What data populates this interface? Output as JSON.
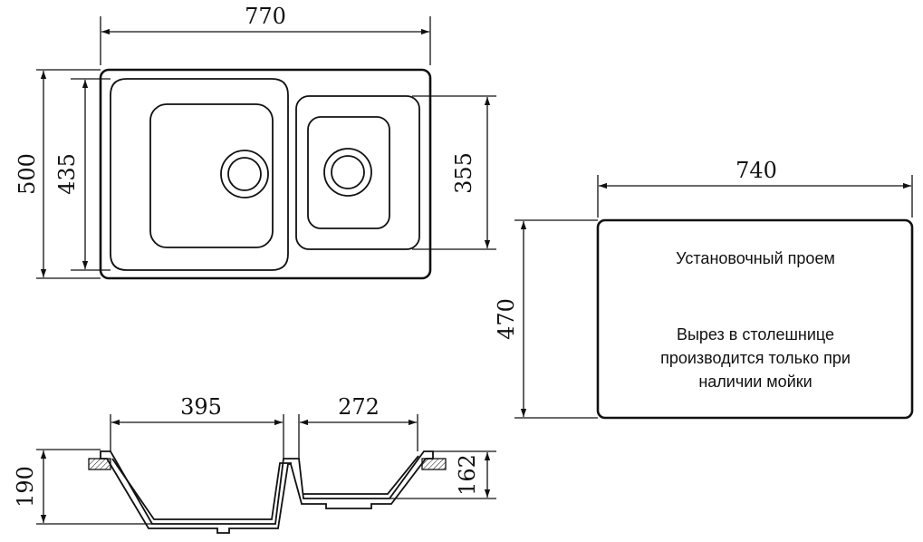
{
  "top_view": {
    "width_dim": "770",
    "height_dim": "500",
    "inner_height_dim": "435",
    "small_bowl_height_dim": "355"
  },
  "cutout": {
    "width_dim": "740",
    "height_dim": "470",
    "title": "Установочный проем",
    "note_lines": [
      "Вырез в столешнице",
      "производится только при",
      "наличии мойки"
    ]
  },
  "section_view": {
    "big_bowl_width_dim": "395",
    "small_bowl_width_dim": "272",
    "big_depth_dim": "190",
    "small_depth_dim": "162"
  }
}
